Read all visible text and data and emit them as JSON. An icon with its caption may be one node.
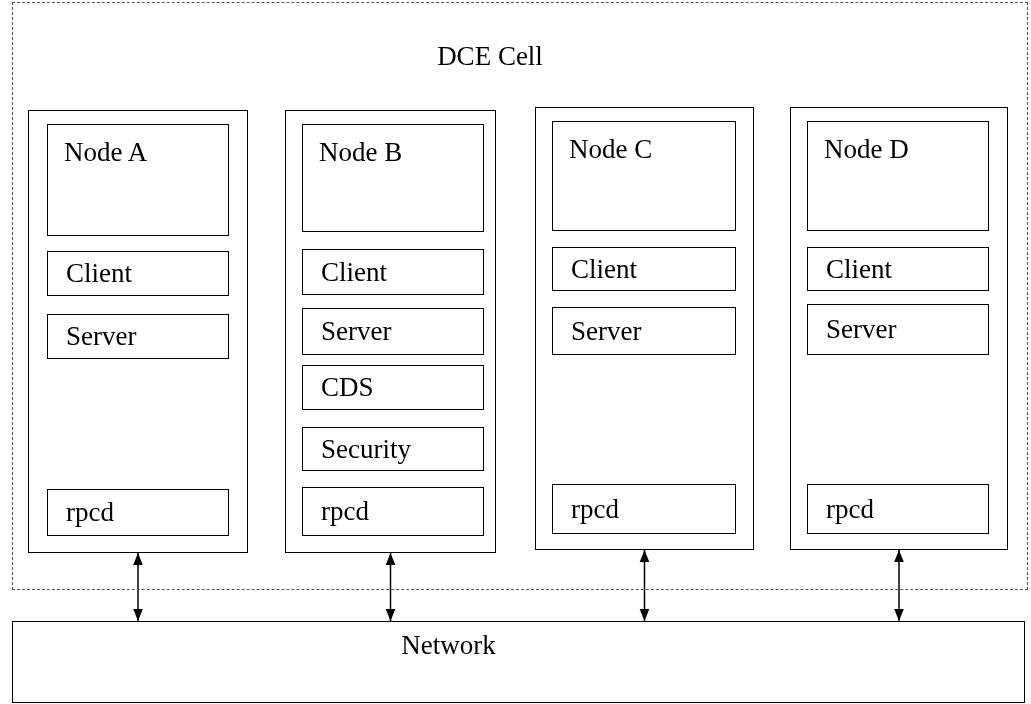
{
  "diagram": {
    "nodes": [
      {
        "text": [
          "DCE Cell"
        ]
      },
      {
        "text": [],
        "shape": "box",
        "in": 0
      },
      {
        "text": [
          "Node A"
        ],
        "in": 1
      },
      {
        "text": [
          "Client"
        ],
        "in": 1
      },
      {
        "text": [
          "Server"
        ],
        "in": 1
      },
      {
        "text": [
          "rpcd"
        ],
        "in": 1
      },
      {
        "text": [],
        "shape": "box",
        "in": 0
      },
      {
        "text": [
          "Node B"
        ],
        "in": 6
      },
      {
        "text": [
          "Client"
        ],
        "in": 6
      },
      {
        "text": [
          "Server"
        ],
        "in": 6
      },
      {
        "text": [
          "CDS"
        ],
        "in": 6
      },
      {
        "text": [
          "Security"
        ],
        "in": 6
      },
      {
        "text": [
          "rpcd"
        ],
        "in": 6
      },
      {
        "text": [],
        "shape": "box",
        "in": 0
      },
      {
        "text": [
          "Node C"
        ],
        "in": 13
      },
      {
        "text": [
          "Client"
        ],
        "in": 13
      },
      {
        "text": [
          "Server"
        ],
        "in": 13
      },
      {
        "text": [
          "rpcd"
        ],
        "in": 13
      },
      {
        "text": [],
        "shape": "box",
        "in": 0
      },
      {
        "text": [
          "Node D"
        ],
        "in": 18
      },
      {
        "text": [
          "Client"
        ],
        "in": 18
      },
      {
        "text": [
          "Server"
        ],
        "in": 18
      },
      {
        "text": [
          "rpcd"
        ],
        "in": 18
      },
      {
        "text": [
          "Network"
        ]
      }
    ],
    "edges": [
      {
        "from": 1,
        "to": 23,
        "arrow": "both"
      },
      {
        "from": 6,
        "to": 23,
        "arrow": "both"
      },
      {
        "from": 13,
        "to": 23,
        "arrow": "both"
      },
      {
        "from": 18,
        "to": 23,
        "arrow": "both"
      }
    ]
  }
}
